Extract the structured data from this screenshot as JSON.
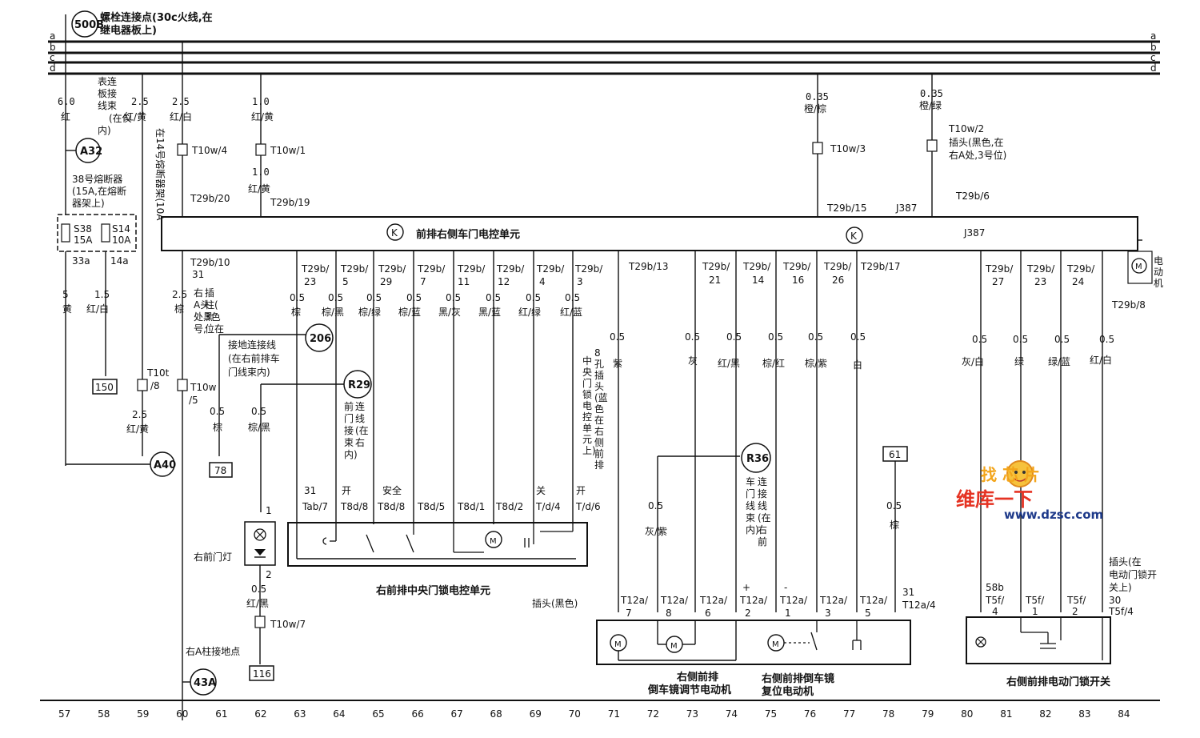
{
  "header": {
    "node_500B": "500B",
    "node_500B_desc_1": "螺栓连接点(30c火线,在",
    "node_500B_desc_2": "继电器板上)"
  },
  "bus_labels": [
    "a",
    "b",
    "c",
    "d"
  ],
  "left_section": {
    "w57_gauge": "6.0",
    "w57_color": "红",
    "w58_gauge": "2.5",
    "w58_color": "红/黄",
    "harness_note": [
      "表连",
      "板接",
      "线束",
      "内)",
      "(在仪"
    ],
    "fuse14_note": [
      "在",
      "14号",
      "熔断",
      "器架",
      "(10A"
    ],
    "w60_gauge": "2.5",
    "w60_color": "红/白",
    "conn_T10w4": "T10w/4",
    "w62_gauge": "1.0",
    "w62_color": "红/黄",
    "conn_T10w1": "T10w/1",
    "w62b_gauge": "1.0",
    "w62b_color": "红/黄",
    "conn_T29b20": "T29b/20",
    "conn_T29b19": "T29b/19",
    "A32": "A32",
    "fuse38_note": [
      "38号熔断器",
      "(15A,在熔断",
      "器架上)"
    ],
    "S38": "S38",
    "S38_rating": "15A",
    "S14": "S14",
    "S14_rating": "10A",
    "pin_33a": "33a",
    "pin_14a": "14a",
    "w57b_gauge": "5",
    "w57b_color": "黄",
    "w58b_gauge": "1.5",
    "w58b_color": "红/白",
    "box_150": "150",
    "conn_T10t8_a": "T10t",
    "conn_T10t8_b": "/8",
    "w59_gauge": "2.5",
    "w59_color": "红/黄",
    "A40": "A40",
    "conn_T29b10": "T29b/10",
    "w60b_gauge": "2.5",
    "w60b_pin": "31",
    "w60b_color": "棕",
    "plug_note": [
      "右",
      "插",
      "A头",
      "柱(",
      "处黑",
      "3色",
      "号,",
      "位在"
    ],
    "conn_T10w5_a": "T10w",
    "conn_T10w5_b": "/5",
    "ground_harness": [
      "接地连接线",
      "(在右前排车",
      "门线束内)"
    ],
    "node_206": "206",
    "node_R29": "R29",
    "w61_gauge": "0.5",
    "w61_color": "棕",
    "w62c_gauge": "0.5",
    "w62c_color": "棕/黑",
    "box_78": "78",
    "lamp_pin1": "1",
    "lamp_pin2": "2",
    "lamp_label": "右前门灯",
    "w62d_gauge": "0.5",
    "w62d_color": "红/黑",
    "conn_T10w7": "T10w/7",
    "ground_point": "右A柱接地点",
    "box_116": "116",
    "node_43A": "43A"
  },
  "control_unit": {
    "title": "前排右侧车门电控单元",
    "k_symbol": "K",
    "id": "J387",
    "id_top": "J387",
    "motor_label": [
      "电",
      "动",
      "机"
    ],
    "motor_symbol": "M"
  },
  "top_right": {
    "w76_gauge": "0.35",
    "w76_color": "橙/棕",
    "conn_T10w3": "T10w/3",
    "conn_T29b15": "T29b/15",
    "w79_gauge": "0.35",
    "w79_color": "橙/绿",
    "conn_T10w2": "T10w/2",
    "plug_note": [
      "插头(黑色,在",
      "右A处,3号位)"
    ],
    "conn_T29b6": "T29b/6"
  },
  "lock_wires": [
    {
      "pin_a": "T29b/",
      "pin_b": "23",
      "gauge": "0.5",
      "color": "棕"
    },
    {
      "pin_a": "T29b/",
      "pin_b": "5",
      "gauge": "0.5",
      "color": "棕/黑"
    },
    {
      "pin_a": "T29b/",
      "pin_b": "29",
      "gauge": "0.5",
      "color": "棕/绿"
    },
    {
      "pin_a": "T29b/",
      "pin_b": "7",
      "gauge": "0.5",
      "color": "棕/蓝"
    },
    {
      "pin_a": "T29b/",
      "pin_b": "11",
      "gauge": "0.5",
      "color": "黑/灰"
    },
    {
      "pin_a": "T29b/",
      "pin_b": "12",
      "gauge": "0.5",
      "color": "黑/蓝"
    },
    {
      "pin_a": "T29b/",
      "pin_b": "4",
      "gauge": "0.5",
      "color": "红/绿"
    },
    {
      "pin_a": "T29b/",
      "pin_b": "3",
      "gauge": "0.5",
      "color": "红/蓝"
    }
  ],
  "lock_unit": {
    "front_harness": [
      "前",
      "门",
      "连",
      "接",
      "线",
      "束",
      "(在",
      "内)",
      "右"
    ],
    "plug_note": [
      "8",
      "孔",
      "插",
      "头",
      "(蓝",
      "色",
      "在",
      "右",
      "侧",
      "前",
      "排",
      "中",
      "央",
      "门",
      "锁",
      "电",
      "控",
      "单",
      "元",
      "上)"
    ],
    "pins": [
      {
        "top": "31",
        "bottom": "Tab/7"
      },
      {
        "top": "开",
        "bottom": "T8d/8"
      },
      {
        "top": "安全",
        "bottom": "T8d/8"
      },
      {
        "top": "",
        "bottom": "T8d/5"
      },
      {
        "top": "",
        "bottom": "T8d/1"
      },
      {
        "top": "",
        "bottom": "T8d/2"
      },
      {
        "top": "关",
        "bottom": "T/d/4"
      },
      {
        "top": "开",
        "bottom": "T/d/6"
      }
    ],
    "motor_symbol": "M",
    "title": "右前排中央门锁电控单元"
  },
  "mirror_wires": [
    {
      "pin": "T29b/13",
      "gauge": "0.5",
      "color": "紫"
    },
    {
      "pin_a": "T29b/",
      "pin_b": "21",
      "gauge": "0.5",
      "color": "灰"
    },
    {
      "pin_a": "T29b/",
      "pin_b": "14",
      "gauge": "0.5",
      "color": "红/黑"
    },
    {
      "pin_a": "T29b/",
      "pin_b": "16",
      "gauge": "0.5",
      "color": "棕/红"
    },
    {
      "pin_a": "T29b/",
      "pin_b": "26",
      "gauge": "0.5",
      "color": "棕/紫"
    },
    {
      "pin": "T29b/17",
      "gauge": "0.5",
      "color": "白"
    }
  ],
  "mirror_unit": {
    "node_R36": "R36",
    "harness_note": [
      "车",
      "门",
      "线",
      "束",
      "内)",
      "连",
      "接",
      "线",
      "(在",
      "右",
      "前"
    ],
    "w72_gauge": "0.5",
    "w72_color": "灰/紫",
    "box_61": "61",
    "w78_gauge": "0.5",
    "w78_color": "棕",
    "pins": [
      {
        "top": "T12a/",
        "bottom": "7",
        "sign": ""
      },
      {
        "top": "T12a/",
        "bottom": "8",
        "sign": ""
      },
      {
        "top": "T12a/",
        "bottom": "6",
        "sign": ""
      },
      {
        "top": "T12a/",
        "bottom": "2",
        "sign": "+"
      },
      {
        "top": "T12a/",
        "bottom": "1",
        "sign": "-"
      },
      {
        "top": "T12a/",
        "bottom": "3",
        "sign": ""
      },
      {
        "top": "T12a/",
        "bottom": "5",
        "sign": ""
      }
    ],
    "pin_31": "31",
    "pin_31_conn": "T12a/4",
    "plug_label": "插头(黑色)",
    "motor_symbol": "M",
    "title_1a": "右侧前排",
    "title_1b": "倒车镜调节电动机",
    "title_2a": "右侧前排倒车镜",
    "title_2b": "复位电动机"
  },
  "switch_wires": [
    {
      "pin_a": "T29b/",
      "pin_b": "27",
      "gauge": "0.5",
      "color": "灰/白"
    },
    {
      "pin_a": "T29b/",
      "pin_b": "23",
      "gauge": "0.5",
      "color": "绿"
    },
    {
      "pin_a": "T29b/",
      "pin_b": "24",
      "gauge": "0.5",
      "color": "绿/蓝"
    },
    {
      "pin": "T29b/8",
      "gauge": "0.5",
      "color": "红/白"
    }
  ],
  "switch_unit": {
    "plug_note": [
      "插头(在",
      "电动门锁开",
      "关上)"
    ],
    "pins": [
      {
        "top": "58b",
        "bottom": "T5f/",
        "num": "4"
      },
      {
        "top": "",
        "bottom": "T5f/",
        "num": "1"
      },
      {
        "top": "",
        "bottom": "T5f/",
        "num": "2"
      },
      {
        "top": "30",
        "bottom": "T5f/4",
        "num": ""
      }
    ],
    "title": "右侧前排电动门锁开关"
  },
  "watermark": {
    "line1": "找 芯 片",
    "line2": "维库一下",
    "url": "www.dzsc.com"
  },
  "bottom_numbers": [
    "57",
    "58",
    "59",
    "60",
    "61",
    "62",
    "63",
    "64",
    "65",
    "66",
    "67",
    "68",
    "69",
    "70",
    "71",
    "72",
    "73",
    "74",
    "75",
    "76",
    "77",
    "78",
    "79",
    "80",
    "81",
    "82",
    "83",
    "84"
  ]
}
